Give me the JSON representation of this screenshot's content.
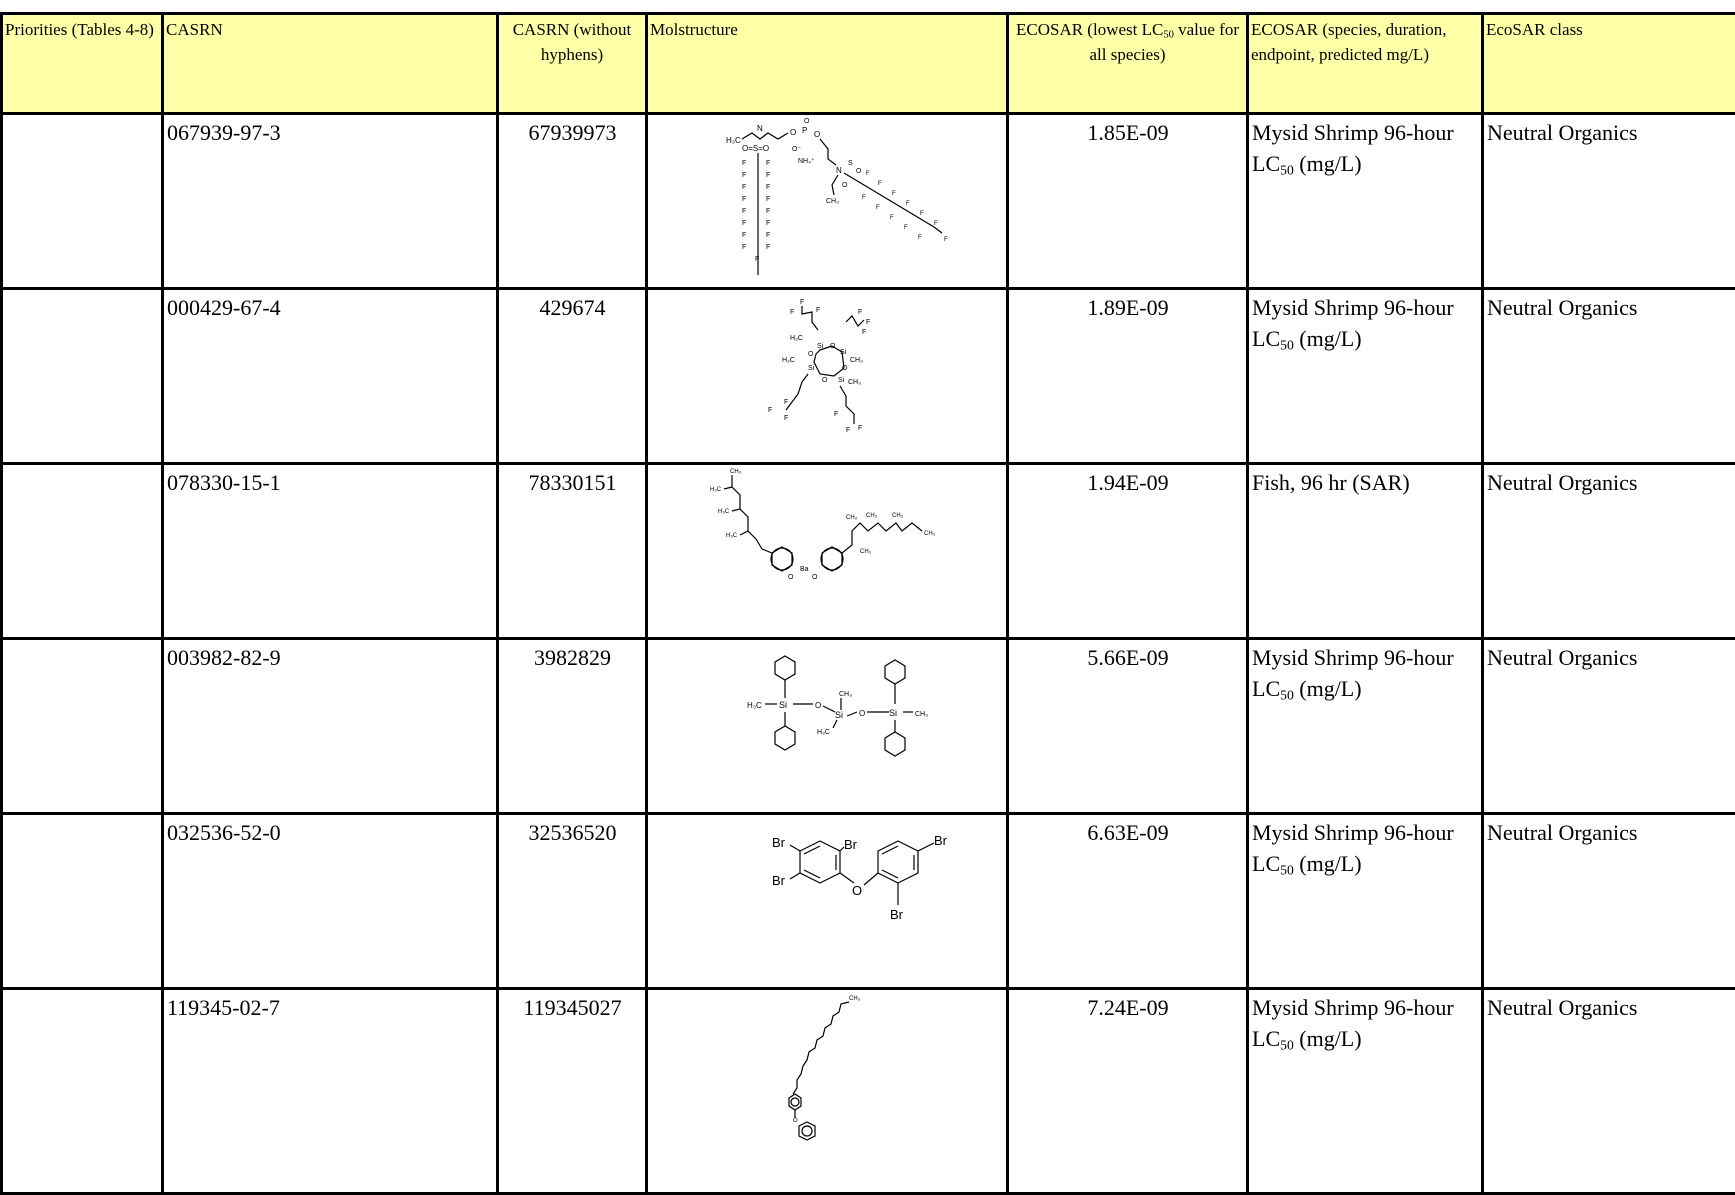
{
  "headers": {
    "priorities": "Priorities (Tables 4-8)",
    "casrn": "CASRN",
    "casrn_nohyphen": "CASRN (without hyphens)",
    "molstructure": "Molstructure",
    "ecosar_lowest_pre": "ECOSAR (lowest LC",
    "ecosar_lowest_sub": "50",
    "ecosar_lowest_post": " value for all species)",
    "ecosar_species": "ECOSAR (species, duration, endpoint, predicted mg/L)",
    "ecosar_class": "EcoSAR class"
  },
  "rows": [
    {
      "priority": "",
      "casrn": "067939-97-3",
      "casrn_nohyphen": "67939973",
      "structure_icon": "perfluorooctane-sulfonamido-phosphate-ammonium-structure",
      "lowest_lc50": "1.85E-09",
      "species_pre": "Mysid Shrimp 96-hour LC",
      "species_sub": "50",
      "species_post": " (mg/L)",
      "class": "Neutral Organics"
    },
    {
      "priority": "",
      "casrn": "000429-67-4",
      "casrn_nohyphen": "429674",
      "structure_icon": "cyclotetrasiloxane-trifluoropropyl-structure",
      "lowest_lc50": "1.89E-09",
      "species_pre": "Mysid Shrimp 96-hour LC",
      "species_sub": "50",
      "species_post": " (mg/L)",
      "class": "Neutral Organics"
    },
    {
      "priority": "",
      "casrn": "078330-15-1",
      "casrn_nohyphen": "78330151",
      "structure_icon": "barium-dodecylphenolate-structure",
      "lowest_lc50": "1.94E-09",
      "species_pre": "Fish, 96 hr (SAR)",
      "species_sub": "",
      "species_post": "",
      "class": "Neutral Organics"
    },
    {
      "priority": "",
      "casrn": "003982-82-9",
      "casrn_nohyphen": "3982829",
      "structure_icon": "trisiloxane-tetraphenyl-structure",
      "lowest_lc50": "5.66E-09",
      "species_pre": "Mysid Shrimp 96-hour LC",
      "species_sub": "50",
      "species_post": " (mg/L)",
      "class": "Neutral Organics"
    },
    {
      "priority": "",
      "casrn": "032536-52-0",
      "casrn_nohyphen": "32536520",
      "structure_icon": "pentabromodiphenyl-ether-structure",
      "lowest_lc50": "6.63E-09",
      "species_pre": "Mysid Shrimp 96-hour LC",
      "species_sub": "50",
      "species_post": " (mg/L)",
      "class": "Neutral Organics"
    },
    {
      "priority": "",
      "casrn": "119345-02-7",
      "casrn_nohyphen": "119345027",
      "structure_icon": "hexadecyl-diphenyl-ether-structure",
      "lowest_lc50": "7.24E-09",
      "species_pre": "Mysid Shrimp 96-hour LC",
      "species_sub": "50",
      "species_post": " (mg/L)",
      "class": "Neutral Organics"
    }
  ]
}
